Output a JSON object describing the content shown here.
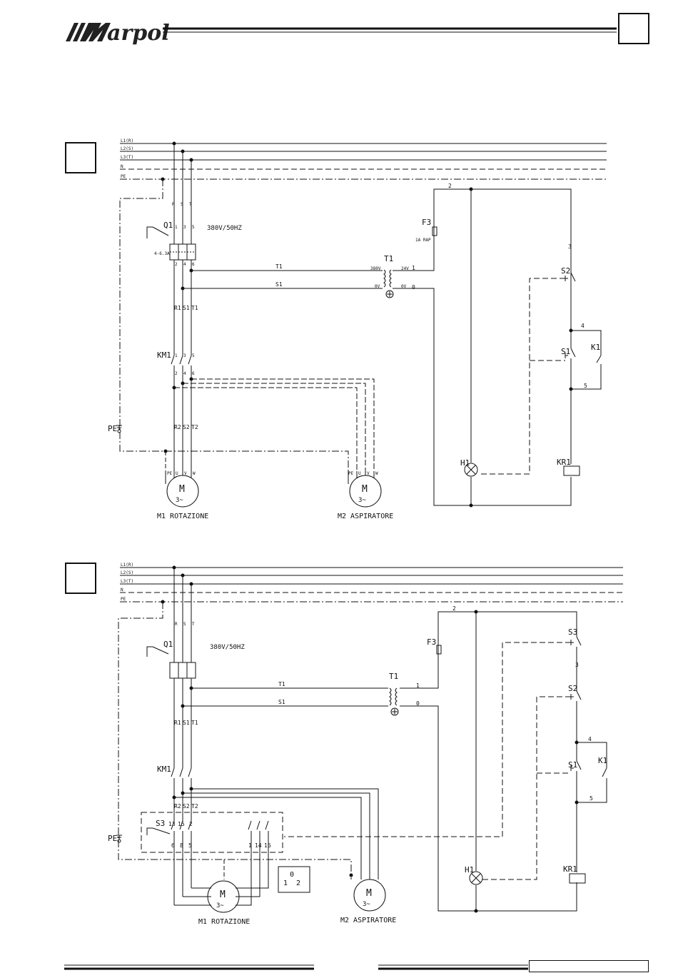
{
  "header": {
    "logo_text": "arpol",
    "page_number": ""
  },
  "diagram1": {
    "figure_number": "",
    "lines": [
      "L1(R)",
      "L2(S)",
      "L3(T)",
      "N",
      "PE"
    ],
    "voltage": "380V/50HZ",
    "q1": {
      "label": "Q1",
      "rating": "4-6.3A",
      "phases": [
        "R",
        "S",
        "T"
      ],
      "top_terms": [
        "1",
        "3",
        "5"
      ],
      "bottom_terms": [
        "2",
        "4",
        "6"
      ]
    },
    "wires_mid": [
      "R1",
      "S1",
      "T1"
    ],
    "km1": {
      "label": "KM1",
      "top_terms": [
        "1",
        "3",
        "5"
      ],
      "bottom_terms": [
        "2",
        "4",
        "6"
      ]
    },
    "wires_low": [
      "R2",
      "S2",
      "T2"
    ],
    "pe_label": "PE",
    "t1": {
      "label": "T1",
      "primary": "380V",
      "primary_0": "0V",
      "secondary": "24V",
      "secondary_0": "0V",
      "wire_a": "T1",
      "wire_b": "S1"
    },
    "f3": {
      "label": "F3",
      "rating": "1A RAP"
    },
    "nodes": [
      "1",
      "0",
      "2",
      "3",
      "4",
      "5"
    ],
    "s2": "S2",
    "s1": "S1",
    "k1": "K1",
    "h1": "H1",
    "kr1": "KR1",
    "motor_symbol": "M",
    "motor_phase": "3~",
    "m1_terms": [
      "PE",
      "U",
      "V",
      "W"
    ],
    "m2_terms": [
      "PE",
      "U",
      "V",
      "W"
    ],
    "m1_name": "M1 ROTAZIONE",
    "m2_name": "M2 ASPIRATORE"
  },
  "diagram2": {
    "figure_number": "",
    "lines": [
      "L1(R)",
      "L2(S)",
      "L3(T)",
      "N",
      "PE"
    ],
    "voltage": "380V/50HZ",
    "q1": {
      "label": "Q1",
      "phases": [
        "R",
        "S",
        "T"
      ]
    },
    "wires_mid": [
      "R1",
      "S1",
      "T1"
    ],
    "km1": {
      "label": "KM1"
    },
    "wires_low": [
      "R2",
      "S2",
      "T2"
    ],
    "pe_label": "PE",
    "t1": {
      "label": "T1",
      "wire_a": "T1",
      "wire_b": "S1"
    },
    "f3": {
      "label": "F3"
    },
    "nodes": [
      "2",
      "1",
      "0",
      "3",
      "4",
      "5"
    ],
    "s3": {
      "label": "S3",
      "top_terms": [
        "13",
        "15",
        "2"
      ],
      "bottom_terms": [
        "6",
        "8",
        "5"
      ],
      "right_terms": [
        "1",
        "14",
        "16"
      ]
    },
    "switch_positions": {
      "zero": "0",
      "one": "1",
      "two": "2"
    },
    "s2": "S2",
    "s1": "S1",
    "k1": "K1",
    "h1": "H1",
    "kr1": "KR1",
    "motor_symbol": "M",
    "motor_phase": "3~",
    "m1_name": "M1 ROTAZIONE",
    "m2_name": "M2 ASPIRATORE"
  }
}
